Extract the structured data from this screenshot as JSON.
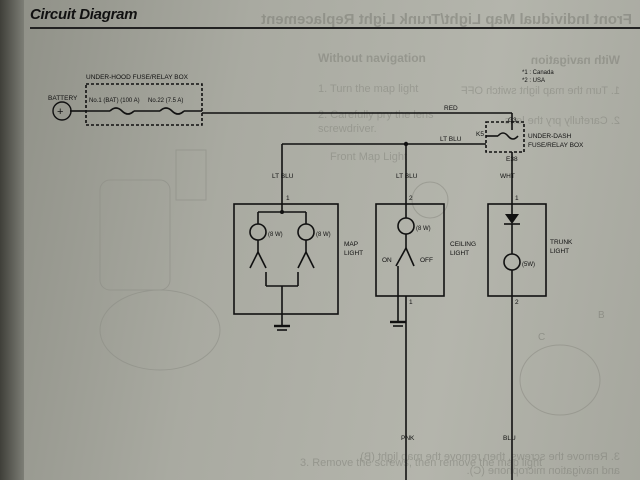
{
  "header": {
    "title": "Circuit Diagram"
  },
  "bleed_text": {
    "right_title": "Front Individual Map Light/Trunk Light Replacement",
    "without_nav": "Without navigation",
    "with_nav": "With navigation",
    "step_1_left": "1. Turn the map light",
    "step_1_right": "1. Turn the map light switch OFF",
    "step_2_left": "2. Carefully pry the lens",
    "step_2_right": "2. Carefully pry the lens",
    "screwdriver": "screwdriver.",
    "front_map_light": "Front Map Light",
    "bottom_left": "3. Remove the screws, then remove the map light",
    "bottom_right": "3. Remove the screws, then remove the map light (B)",
    "bottom_right_2": "and navigation microphone (C)."
  },
  "notes": {
    "canada": "*1 : Canada",
    "usa": "*2 : USA"
  },
  "diagram": {
    "battery": "BATTERY",
    "fuse_box_title": "UNDER-HOOD FUSE/RELAY BOX",
    "fuse_1": "No.1 (BAT) (100 A)",
    "fuse_22": "No.22 (7.5 A)",
    "wire_red": "RED",
    "wire_lt_blu_main": "LT BLU",
    "wire_lt_blu_map": "LT BLU",
    "wire_lt_blu_ceiling": "LT BLU",
    "wire_wht": "WHT",
    "wire_pnk": "PNK",
    "wire_blu": "BLU",
    "dash_box_title_1": "UNDER-DASH",
    "dash_box_title_2": "FUSE/RELAY BOX",
    "conn_g3": "G3",
    "conn_k5": "K5",
    "conn_e38": "E38",
    "map_light_1": "MAP",
    "map_light_2": "LIGHT",
    "map_bulb_left": "(8 W)",
    "map_bulb_right": "(8 W)",
    "map_pin": "1",
    "ceiling_light_1": "CEILING",
    "ceiling_light_2": "LIGHT",
    "ceiling_bulb": "(8 W)",
    "ceiling_on": "ON",
    "ceiling_off": "OFF",
    "ceiling_pin_top": "2",
    "ceiling_pin_bottom": "1",
    "trunk_light_1": "TRUNK",
    "trunk_light_2": "LIGHT",
    "trunk_bulb": "(5W)",
    "trunk_pin_top": "1",
    "trunk_pin_bottom": "2",
    "side_letter": "B",
    "side_letter_c": "C"
  }
}
